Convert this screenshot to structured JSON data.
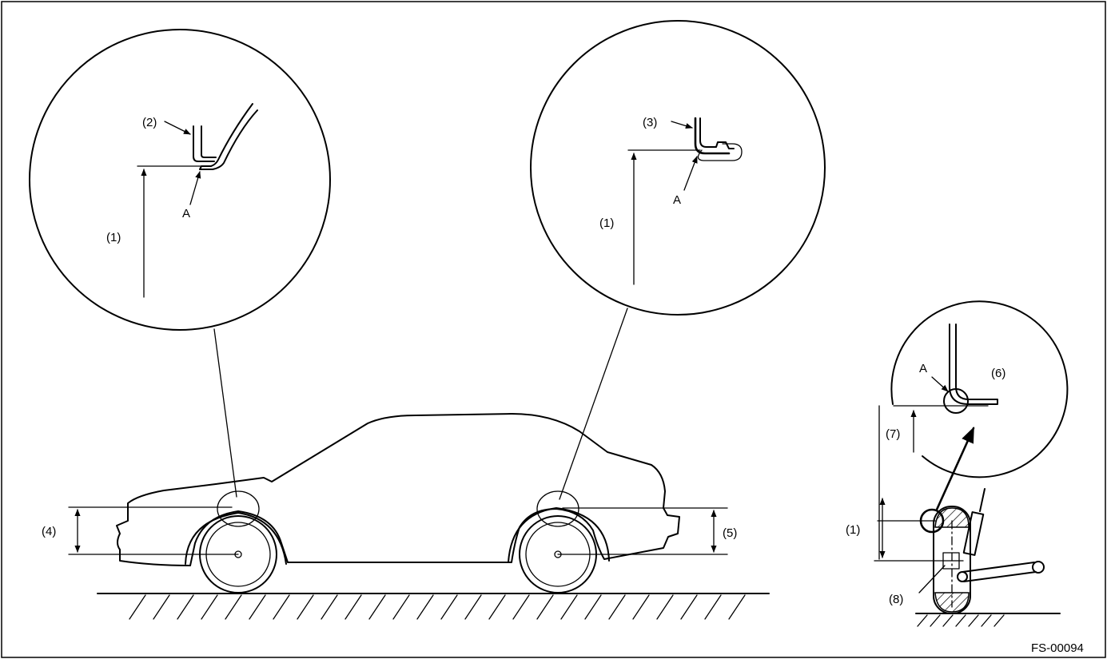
{
  "labels": {
    "l1": "(1)",
    "l2": "(2)",
    "l3": "(3)",
    "l4": "(4)",
    "l5": "(5)",
    "l6": "(6)",
    "l7": "(7)",
    "l8": "(8)",
    "a": "A"
  },
  "figure_code": "FS-00094"
}
